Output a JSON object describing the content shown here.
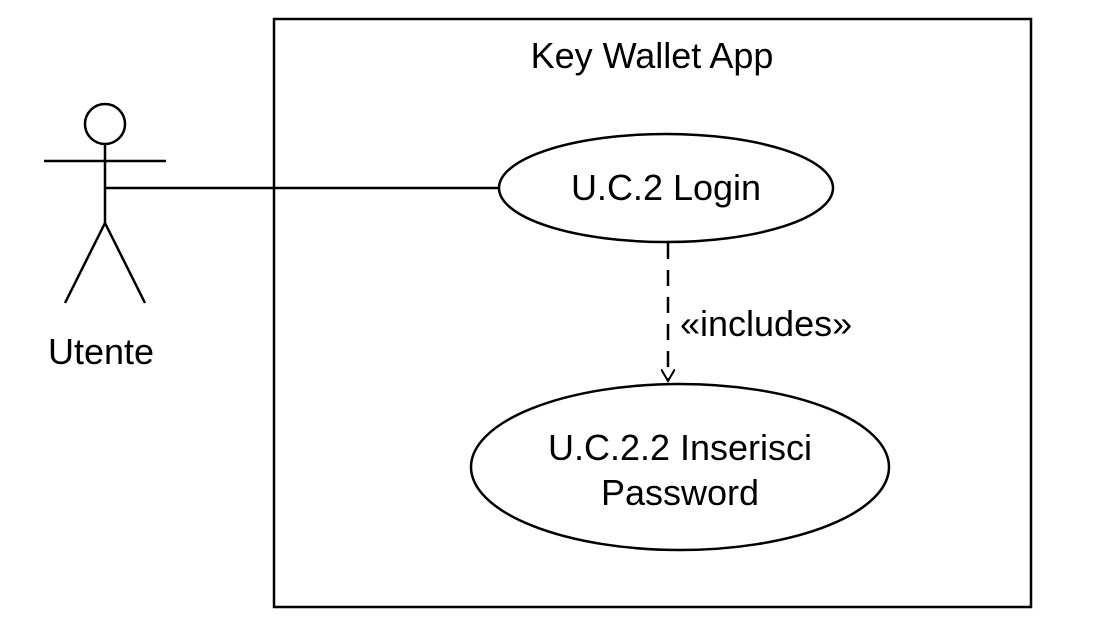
{
  "system": {
    "title": "Key Wallet App"
  },
  "actor": {
    "name": "Utente"
  },
  "use_cases": [
    {
      "label_lines": [
        "U.C.2 Login"
      ]
    },
    {
      "label_lines": [
        "U.C.2.2 Inserisci",
        "Password"
      ]
    }
  ],
  "relationships": {
    "include_label": "«includes»"
  },
  "colors": {
    "stroke": "#000000",
    "background": "#ffffff"
  }
}
